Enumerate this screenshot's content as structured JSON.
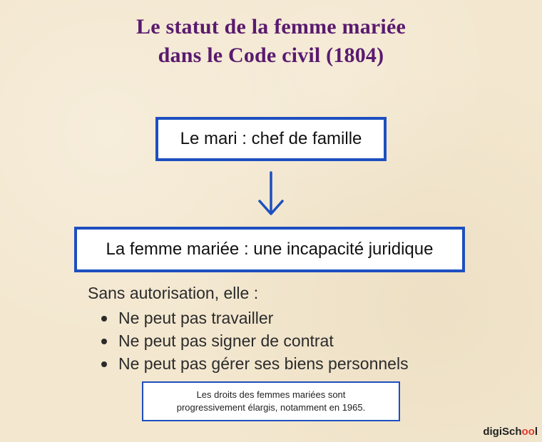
{
  "title": {
    "line1": "Le statut de la femme mariée",
    "line2": "dans le Code civil (1804)"
  },
  "top_box": {
    "text": "Le mari : chef de famille"
  },
  "arrow": {
    "icon": "arrow-down-icon",
    "color": "#1d4fc0"
  },
  "middle_box": {
    "text": "La femme mariée : une incapacité juridique"
  },
  "intro": "Sans autorisation, elle :",
  "restrictions": [
    "Ne peut pas travailler",
    "Ne peut pas signer de contrat",
    "Ne peut pas gérer ses biens personnels"
  ],
  "note": {
    "line1": "Les droits des femmes mariées sont",
    "line2": "progressivement élargis, notamment en 1965."
  },
  "logo": {
    "prefix": "digiSch",
    "oo": "oo",
    "suffix": "l"
  },
  "colors": {
    "title": "#5a1a6e",
    "box_border": "#1d4fc0",
    "background": "#f3e7cf"
  }
}
